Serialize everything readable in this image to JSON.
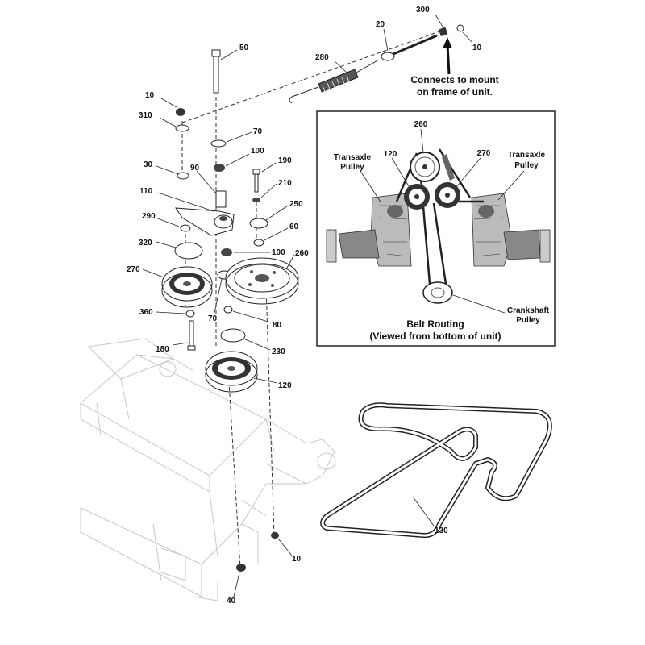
{
  "callouts": {
    "c300": "300",
    "c20": "20",
    "c10a": "10",
    "c50": "50",
    "c280": "280",
    "c10b": "10",
    "c310": "310",
    "c70a": "70",
    "c100a": "100",
    "c190": "190",
    "c30": "30",
    "c90": "90",
    "c210": "210",
    "c110": "110",
    "c250": "250",
    "c290": "290",
    "c60": "60",
    "c320": "320",
    "c100b": "100",
    "c260": "260",
    "c270": "270",
    "c360": "360",
    "c70b": "70",
    "c80": "80",
    "c180": "180",
    "c230": "230",
    "c120": "120",
    "c130": "130",
    "c10c": "10",
    "c40": "40"
  },
  "mount_note": {
    "line1": "Connects to mount",
    "line2": "on frame of unit."
  },
  "inset": {
    "c260": "260",
    "c120": "120",
    "c270": "270",
    "transaxle_left": {
      "line1": "Transaxle",
      "line2": "Pulley"
    },
    "transaxle_right": {
      "line1": "Transaxle",
      "line2": "Pulley"
    },
    "crankshaft": {
      "line1": "Crankshaft",
      "line2": "Pulley"
    },
    "title": {
      "line1": "Belt Routing",
      "line2": "(Viewed from bottom of unit)"
    }
  },
  "colors": {
    "ink": "#222222",
    "frame": "#c8c8c8",
    "pulley_dark": "#333333",
    "spring": "#444444"
  }
}
